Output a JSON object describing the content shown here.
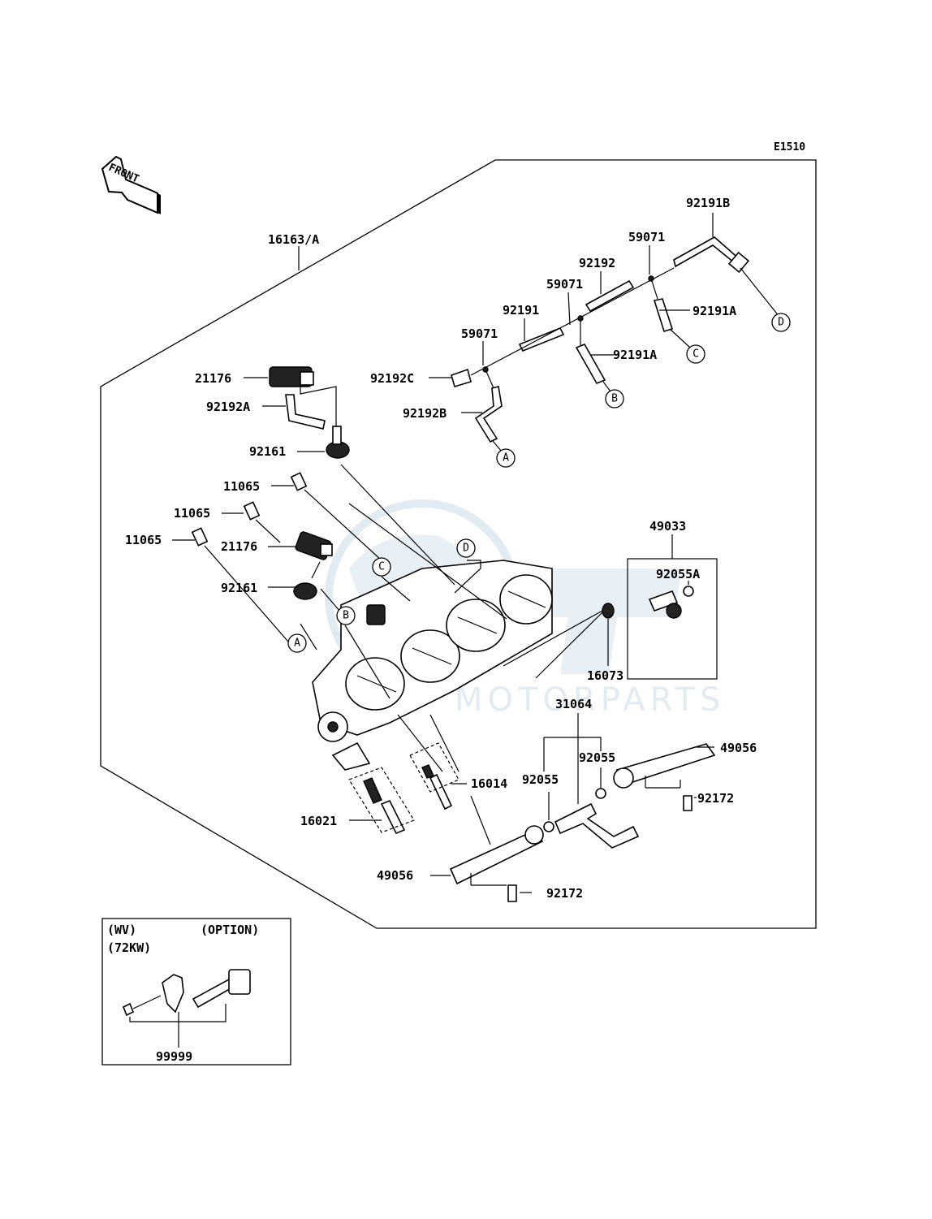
{
  "diagram_code": "E1510",
  "front_label": "FRONT",
  "watermark": {
    "text": "MOTORPARTS",
    "color": "#c9dbe9"
  },
  "callouts": {
    "assembly": "16163/A",
    "hose_92191B": "92191B",
    "joint_59071_top": "59071",
    "hose_92192": "92192",
    "joint_59071_mid": "59071",
    "hose_92191": "92191",
    "hose_92191A_right": "92191A",
    "joint_59071_left": "59071",
    "hose_92191A_mid": "92191A",
    "hose_92192C": "92192C",
    "hose_92192B": "92192B",
    "sensor_21176_top": "21176",
    "hose_92192A": "92192A",
    "holder_92161_top": "92161",
    "plug_11065_a": "11065",
    "plug_11065_b": "11065",
    "plug_11065_c": "11065",
    "sensor_21176_mid": "21176",
    "holder_92161_mid": "92161",
    "kit_49033": "49033",
    "oring_92055A": "92055A",
    "oring_16073": "16073",
    "pipe_31064": "31064",
    "oring_92055_a": "92055",
    "oring_92055_b": "92055",
    "rail_49056_right": "49056",
    "screw_92172_right": "92172",
    "screw_16014": "16014",
    "screw_16021": "16021",
    "rail_49056_left": "49056",
    "screw_92172_left": "92172"
  },
  "ref_letters": {
    "a1": "A",
    "b1": "B",
    "c1": "C",
    "d1": "D",
    "a2": "A",
    "b2": "B",
    "c2": "C",
    "d2": "D"
  },
  "option_box": {
    "model": "(WV)",
    "option": "(OPTION)",
    "power": "(72KW)",
    "part": "99999"
  }
}
